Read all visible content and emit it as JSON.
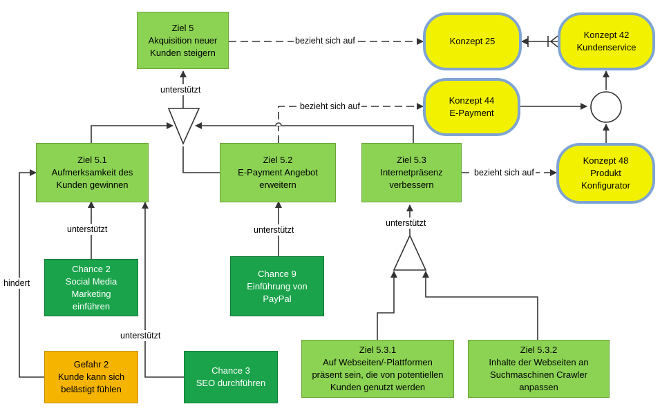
{
  "nodes": {
    "ziel5": [
      "Ziel 5",
      "Akquisition neuer",
      "Kunden steigern"
    ],
    "ziel51": [
      "Ziel 5.1",
      "Aufmerksamkeit des",
      "Kunden gewinnen"
    ],
    "ziel52": [
      "Ziel 5.2",
      "E-Payment Angebot",
      "erweitern"
    ],
    "ziel53": [
      "Ziel 5.3",
      "Internetpräsenz",
      "verbessern"
    ],
    "ziel531": [
      "Ziel 5.3.1",
      "Auf Webseiten/-Plattformen",
      "präsent sein, die von potentiellen",
      "Kunden genutzt werden"
    ],
    "ziel532": [
      "Ziel 5.3.2",
      "Inhalte der Webseiten an",
      "Suchmaschinen Crawler",
      "anpassen"
    ],
    "chance2": [
      "Chance 2",
      "Social Media",
      "Marketing",
      "einführen"
    ],
    "chance9": [
      "Chance 9",
      "Einführung von",
      "PayPal"
    ],
    "chance3": [
      "Chance 3",
      "SEO durchführen"
    ],
    "gefahr2": [
      "Gefahr 2",
      "Kunde kann sich",
      "belästigt fühlen"
    ],
    "konzept25": [
      "Konzept 25"
    ],
    "konzept42": [
      "Konzept 42",
      "Kundenservice"
    ],
    "konzept44": [
      "Konzept 44",
      "E-Payment"
    ],
    "konzept48": [
      "Konzept 48",
      "Produkt",
      "Konfigurator"
    ]
  },
  "edge_labels": {
    "unterstuetzt_ziel5": "unterstützt",
    "bezieht_ziel5": "bezieht sich auf",
    "bezieht_ziel52": "bezieht sich auf",
    "bezieht_ziel53": "bezieht sich auf",
    "unterstuetzt_chance2": "unterstützt",
    "unterstuetzt_chance9": "unterstützt",
    "unterstuetzt_ziel53": "unterstützt",
    "unterstuetzt_chance3": "unterstützt",
    "hindert_gefahr2": "hindert"
  },
  "colors": {
    "ziel": "#8cd354",
    "chance": "#1aa34a",
    "gefahr": "#f5b400",
    "konzept": "#f2f200",
    "konzept_border": "#7fa4d3",
    "line": "#333333"
  }
}
